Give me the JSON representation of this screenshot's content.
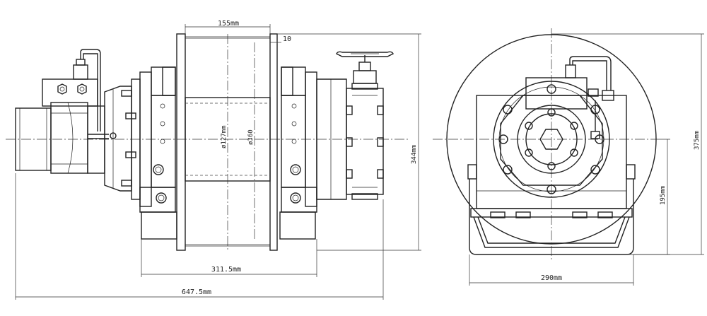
{
  "dimensions": {
    "drum_width": "155mm",
    "flange_thickness": "10",
    "drum_diameter": "ø127mm",
    "flange_diameter": "ø360",
    "base_width_side": "311.5mm",
    "overall_length": "647.5mm",
    "side_height": "344mm",
    "overall_height": "375mm",
    "center_height": "195mm",
    "base_width_front": "290mm"
  }
}
